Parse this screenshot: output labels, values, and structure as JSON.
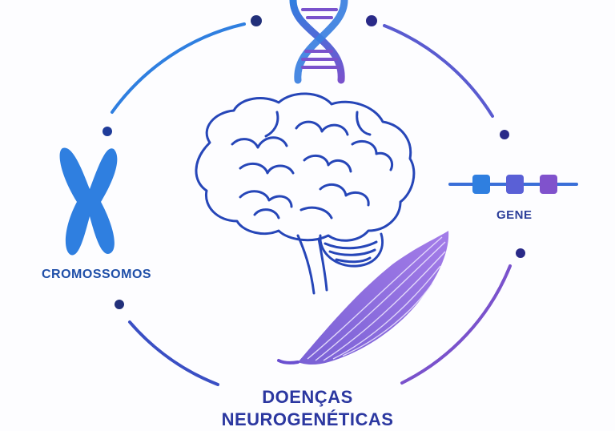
{
  "labels": {
    "chromosomes": "CROMOSSOMOS",
    "gene": "GENE"
  },
  "title": {
    "line1": "DOENÇAS",
    "line2": "NEUROGENÉTICAS"
  },
  "icons": [
    "dna-helix-icon",
    "chromosome-icon",
    "gene-segment-icon",
    "brain-icon",
    "muscle-icon"
  ],
  "colors": {
    "blue": "#2f7fe0",
    "indigo": "#3a4fc4",
    "violet": "#7a52cc",
    "dark_navy": "#22307a"
  }
}
